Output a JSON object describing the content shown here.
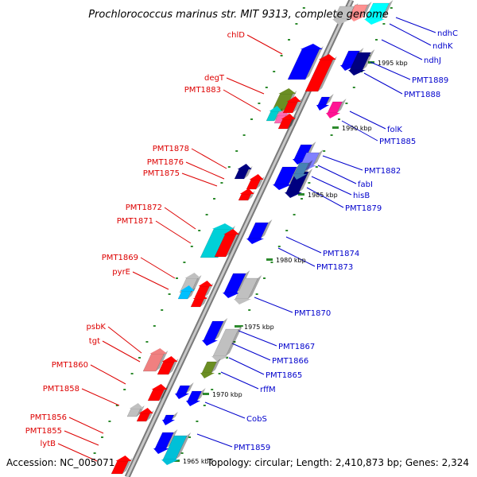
{
  "title": "Prochlorococcus marinus str. MIT 9313, complete genome",
  "footer": {
    "accession": "Accession: NC_005071",
    "summary": "Topology: circular; Length: 2,410,873 bp; Genes: 2,324"
  },
  "colors": {
    "forward_label": "#dd0000",
    "reverse_label": "#0000cc",
    "axis": "#a8a8a8",
    "tick": "#2e8b2e"
  },
  "kbp_ticks": [
    "1995 kbp",
    "1990 kbp",
    "1985 kbp",
    "1980 kbp",
    "1975 kbp",
    "1970 kbp",
    "1965 kbp"
  ],
  "forward_labels": [
    "chlD",
    "degT",
    "PMT1883",
    "PMT1878",
    "PMT1876",
    "PMT1875",
    "PMT1872",
    "PMT1871",
    "PMT1869",
    "pyrE",
    "psbK",
    "tgt",
    "PMT1860",
    "PMT1858",
    "PMT1856",
    "PMT1855",
    "lytB"
  ],
  "reverse_labels": [
    "ndhC",
    "ndhK",
    "ndhJ",
    "PMT1889",
    "PMT1888",
    "folK",
    "PMT1885",
    "PMT1882",
    "fabI",
    "hisB",
    "PMT1879",
    "PMT1874",
    "PMT1873",
    "PMT1870",
    "PMT1867",
    "PMT1866",
    "PMT1865",
    "rffM",
    "CobS",
    "PMT1859"
  ]
}
